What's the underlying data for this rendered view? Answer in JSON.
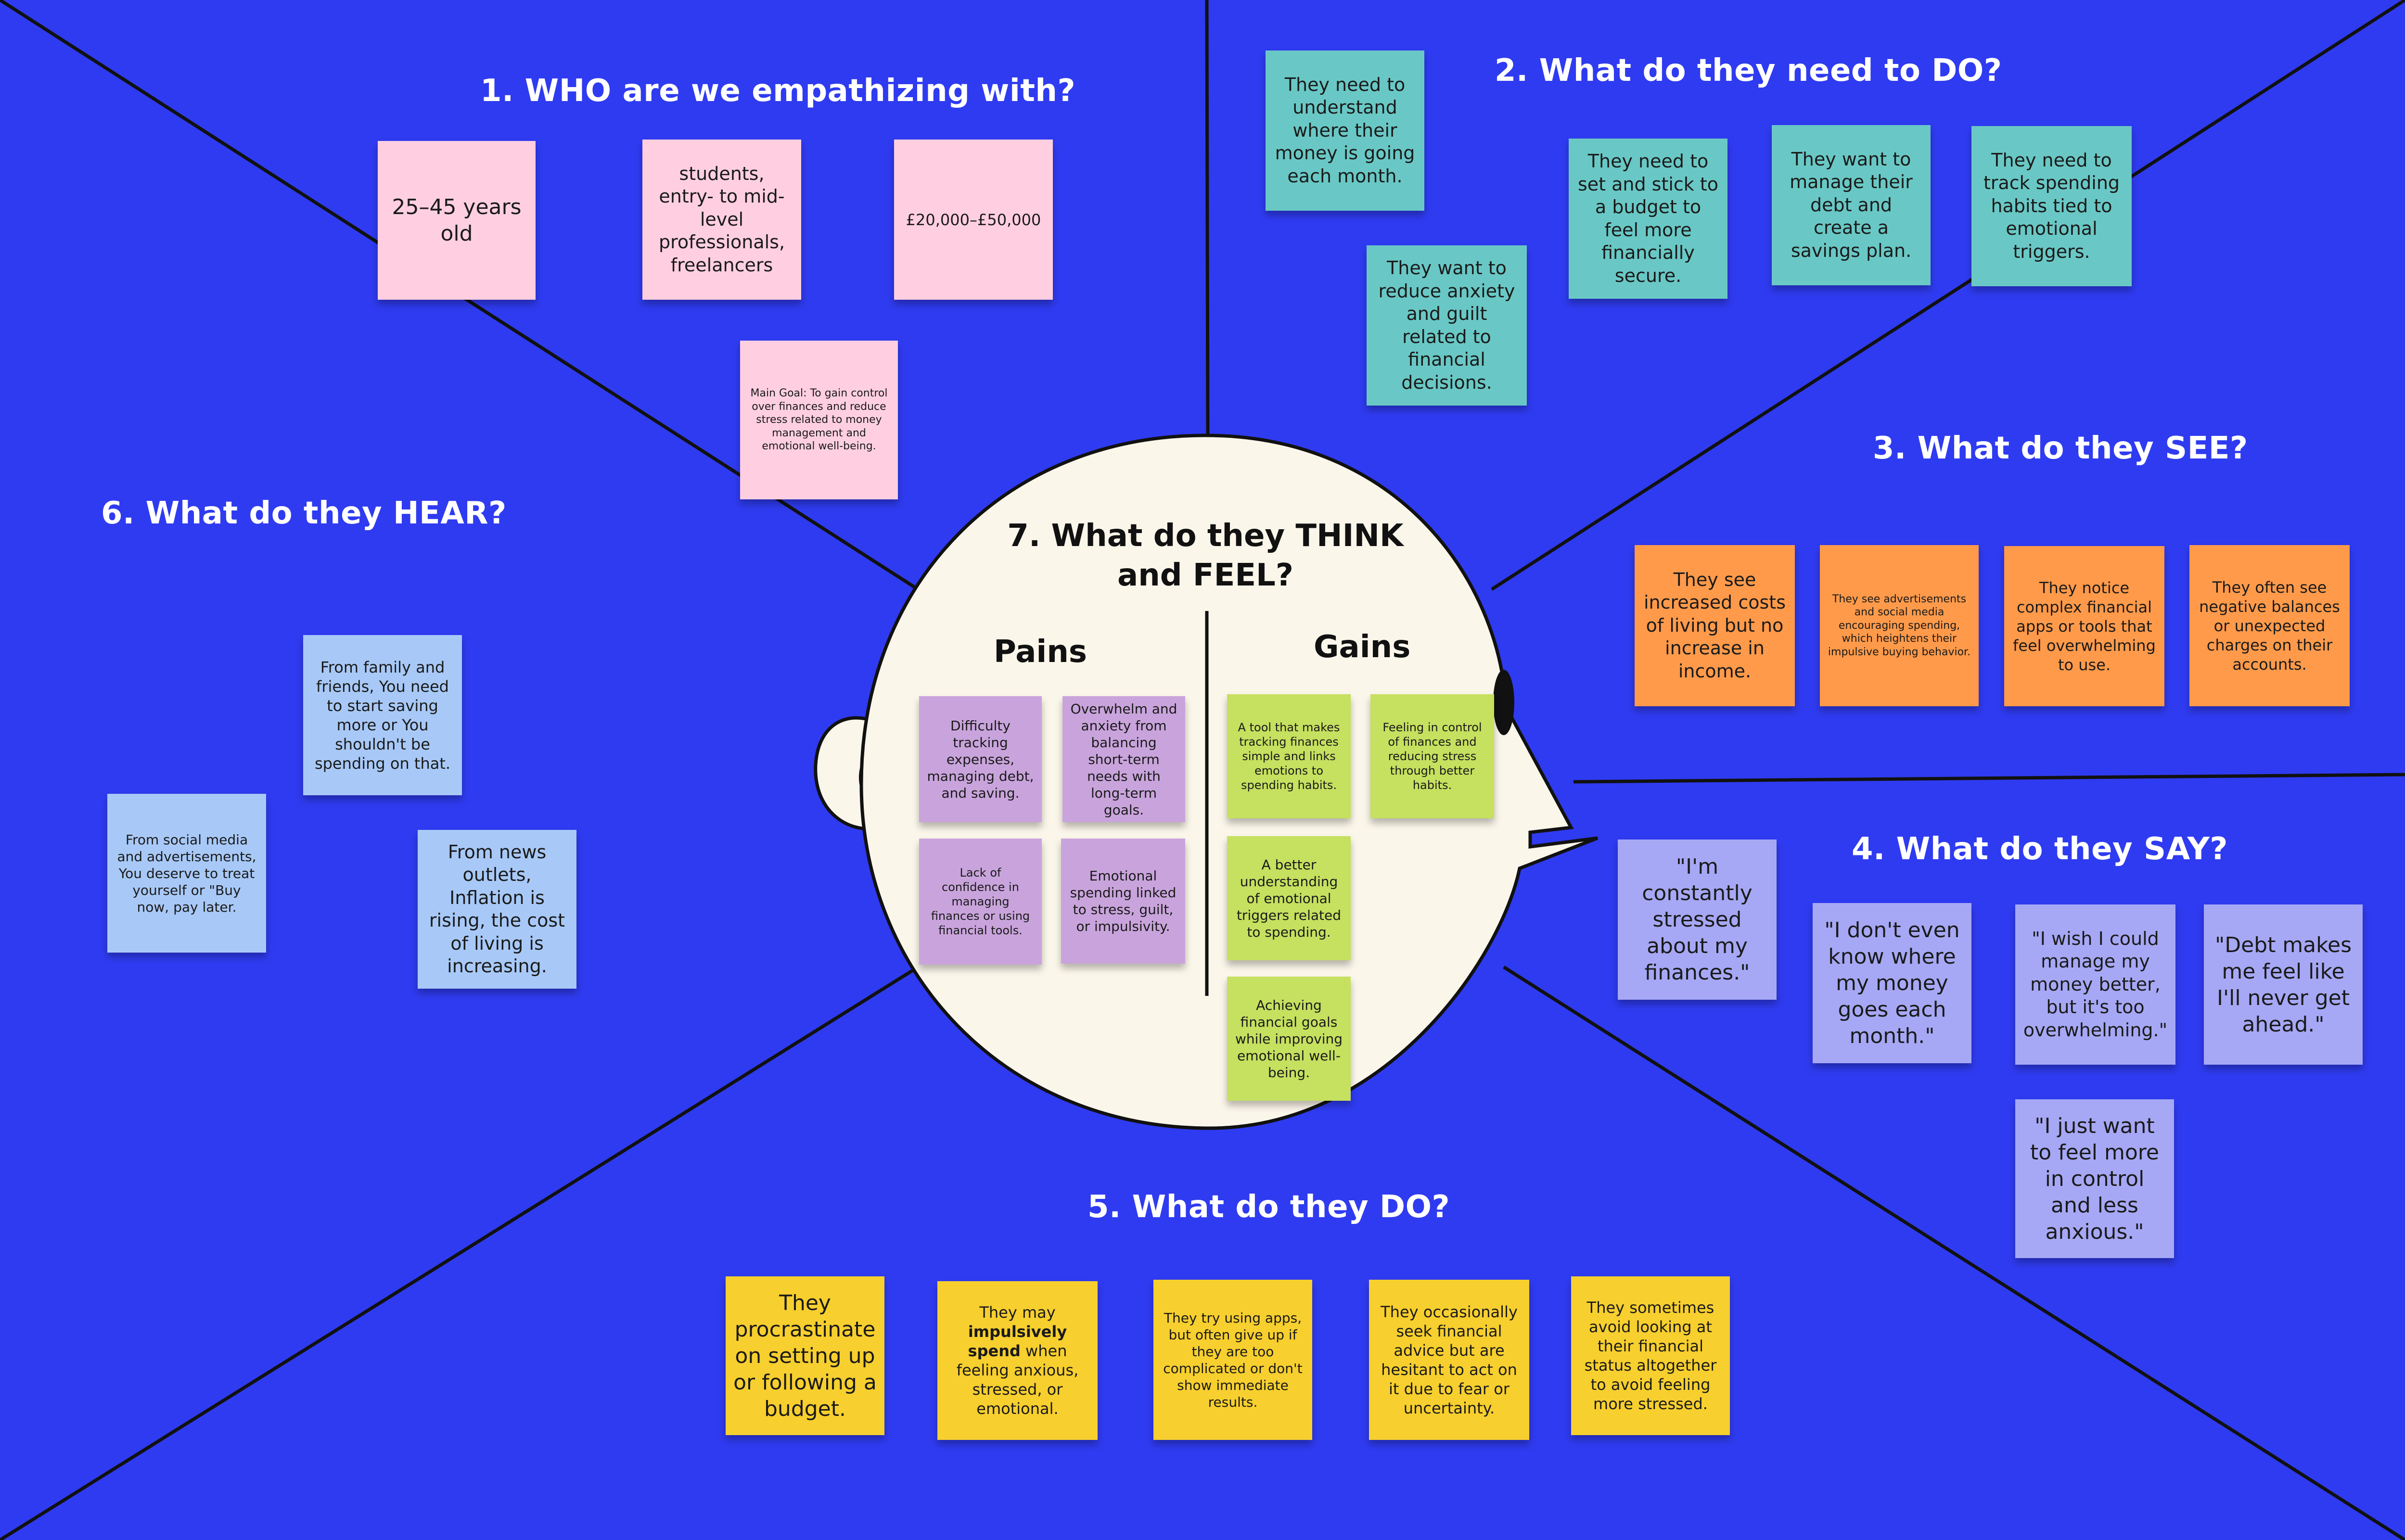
{
  "headings": {
    "who": "1. WHO are we empathizing with?",
    "do_need": "2. What do they need to DO?",
    "see": "3. What do they SEE?",
    "say": "4. What do they SAY?",
    "do": "5. What do they DO?",
    "hear": "6. What do they HEAR?",
    "think_feel": "7. What do they THINK and FEEL?",
    "pains": "Pains",
    "gains": "Gains"
  },
  "who_notes": [
    "25–45 years old",
    "students, entry- to mid-level professionals, freelancers",
    "£20,000–£50,000",
    "Main Goal: To gain control over finances and reduce stress related to money management and emotional well-being."
  ],
  "need_notes": [
    "They need to understand where their money is going each month.",
    "They want to reduce anxiety and guilt related to financial decisions.",
    "They need to set and stick to a budget to feel more financially secure.",
    "They want to manage their debt and create a savings plan.",
    "They need to track spending habits tied to emotional triggers."
  ],
  "see_notes": [
    "They see increased costs of living but no increase in income.",
    "They see advertisements and social media encouraging spending, which heightens their impulsive buying behavior.",
    "They notice complex financial apps or tools that feel overwhelming to use.",
    "They often see negative balances or unexpected charges on their accounts."
  ],
  "say_notes": [
    "\"I'm constantly stressed about my finances.\"",
    "\"I don't even know where my money goes each month.\"",
    "\"I wish I could manage my money better, but it's too overwhelming.\"",
    "\"Debt makes me feel like I'll never get ahead.\"",
    "\"I just want to feel more in control and less anxious.\""
  ],
  "do_notes": [
    "They procrastinate on setting up or following a budget.",
    "They may impulsively spend when feeling anxious, stressed, or emotional.",
    "They try using apps, but often give up if they are too complicated or don't show immediate results.",
    "They occasionally seek financial advice but are hesitant to act on it due to fear or uncertainty.",
    "They sometimes avoid looking at their financial status altogether to avoid feeling more stressed."
  ],
  "do_note_2_parts": {
    "before": "They may ",
    "bold": "impulsively spend",
    "after": " when feeling anxious, stressed, or emotional."
  },
  "hear_notes": [
    "From family and friends, You need to start saving more or You shouldn't be spending on that.",
    "From social media and advertisements, You deserve to treat yourself or \"Buy now, pay later.",
    "From news outlets, Inflation is rising, the cost of living is increasing."
  ],
  "pains_notes": [
    "Difficulty tracking expenses, managing debt, and saving.",
    "Overwhelm and anxiety from balancing short-term needs with long-term goals.",
    "Lack of confidence in managing finances or using financial tools.",
    "Emotional spending linked to stress, guilt, or impulsivity."
  ],
  "gains_notes": [
    "A tool that makes tracking finances simple and links emotions to spending habits.",
    "Feeling in control of finances and reducing stress through better habits.",
    "A better understanding of emotional triggers related to spending.",
    "Achieving financial goals while improving emotional well-being."
  ],
  "colors": {
    "background": "#2f3bf0",
    "face": "#fbf6ea",
    "pink": "#ffcfe1",
    "teal": "#69c8c5",
    "orange": "#ff9a4a",
    "lavender": "#a6a8f5",
    "light_blue": "#a8c9f7",
    "purple": "#c9a4dc",
    "green": "#c6e05f",
    "yellow": "#f7cf2e"
  }
}
